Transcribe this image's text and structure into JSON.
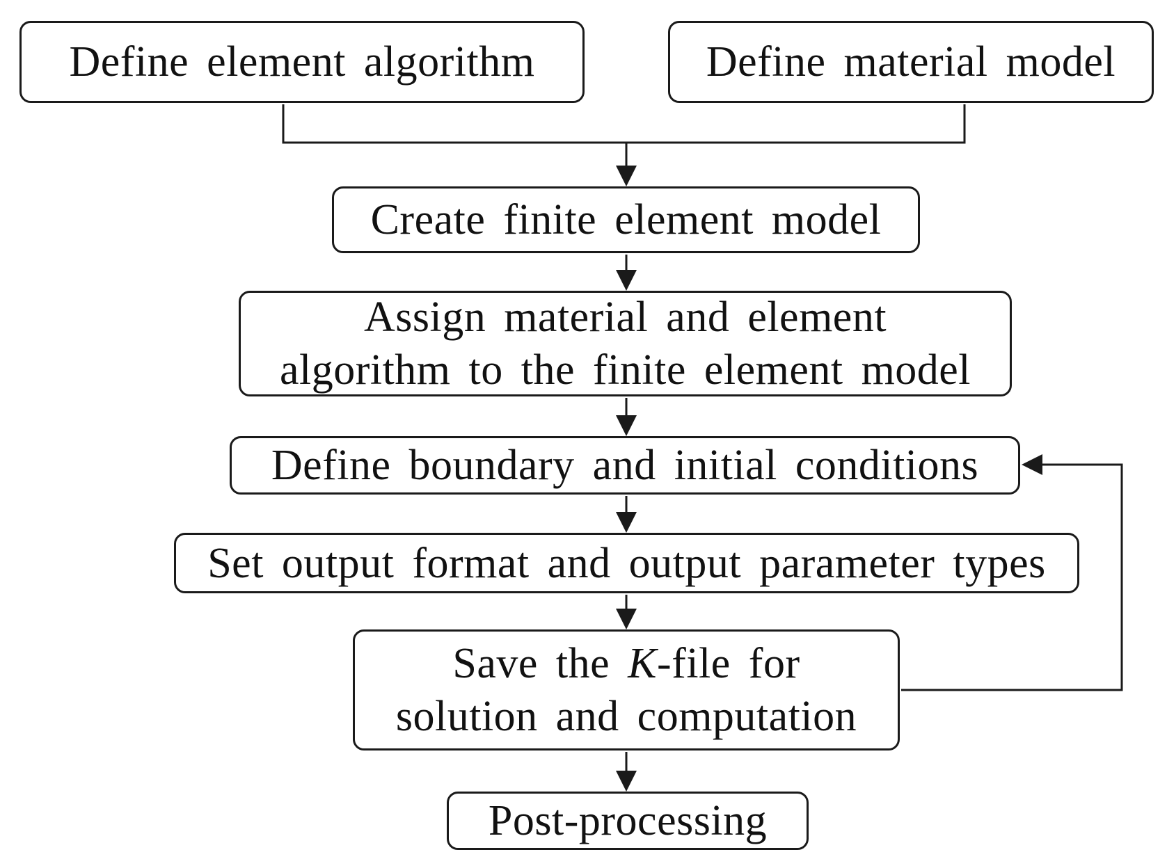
{
  "nodes": {
    "element_algorithm": "Define element algorithm",
    "material_model": "Define material model",
    "create_fe_model": "Create finite element model",
    "assign_line1": "Assign material and element",
    "assign_line2": "algorithm to the finite element model",
    "boundary_conditions": "Define boundary and initial conditions",
    "output_format": "Set output format and output parameter types",
    "kfile_pre": "Save the ",
    "kfile_italic": "K",
    "kfile_post": "-file for",
    "kfile_line2": "solution and computation",
    "post_processing": "Post-processing"
  },
  "colors": {
    "stroke": "#1a1a1a",
    "background": "#ffffff"
  }
}
